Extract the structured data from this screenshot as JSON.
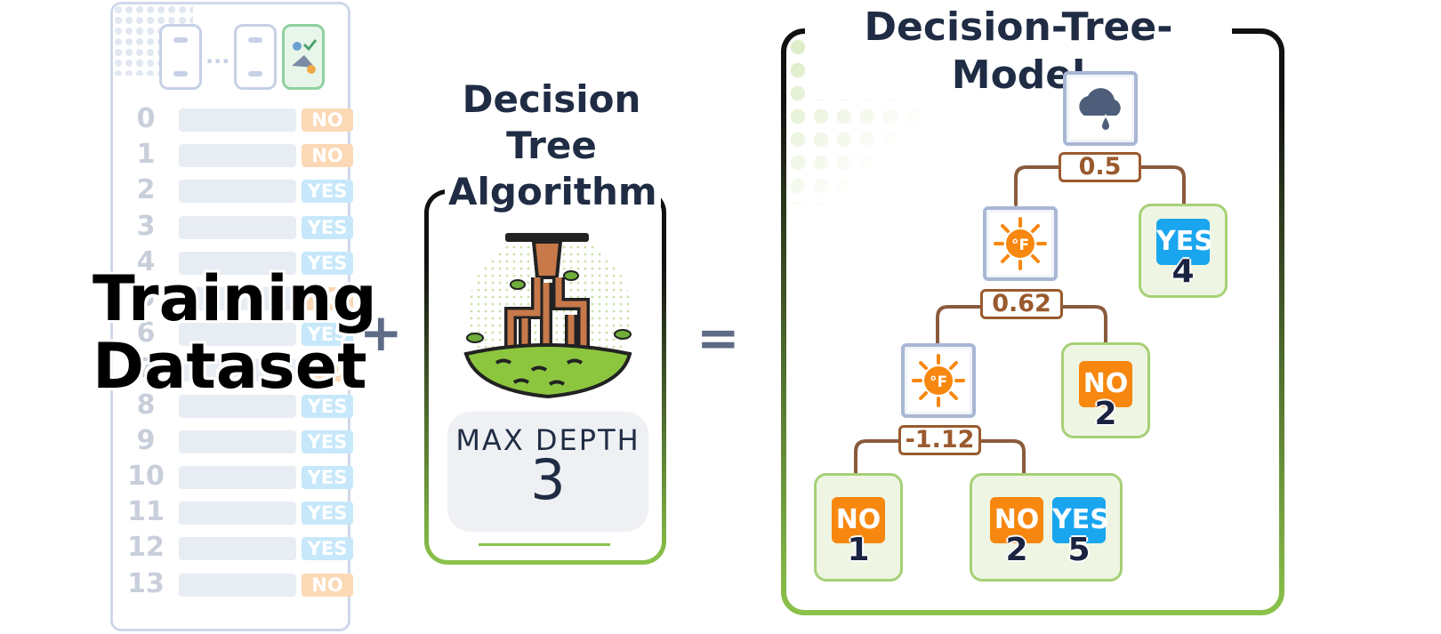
{
  "dataset": {
    "title_line1": "Training",
    "title_line2": "Dataset",
    "rows": [
      {
        "index": "0",
        "label": "NO"
      },
      {
        "index": "1",
        "label": "NO"
      },
      {
        "index": "2",
        "label": "YES"
      },
      {
        "index": "3",
        "label": "YES"
      },
      {
        "index": "4",
        "label": "YES"
      },
      {
        "index": "5",
        "label": "NO"
      },
      {
        "index": "6",
        "label": "YES"
      },
      {
        "index": "7",
        "label": "NO"
      },
      {
        "index": "8",
        "label": "YES"
      },
      {
        "index": "9",
        "label": "YES"
      },
      {
        "index": "10",
        "label": "YES"
      },
      {
        "index": "11",
        "label": "YES"
      },
      {
        "index": "12",
        "label": "YES"
      },
      {
        "index": "13",
        "label": "NO"
      }
    ]
  },
  "operators": {
    "plus": "+",
    "equals": "="
  },
  "algorithm": {
    "title_line1": "Decision",
    "title_line2": "Tree",
    "title_line3": "Algorithm",
    "param_label": "MAX DEPTH",
    "param_value": "3"
  },
  "model": {
    "title": "Decision-Tree-Model",
    "thresholds": [
      "0.5",
      "0.62",
      "-1.12"
    ],
    "leaves": [
      {
        "label": "YES",
        "count": "4"
      },
      {
        "label": "NO",
        "count": "2"
      },
      {
        "label": "NO",
        "count": "1"
      },
      {
        "label": "NO",
        "count": "2"
      },
      {
        "label": "YES",
        "count": "5"
      }
    ],
    "icons": [
      "rain-cloud-icon",
      "sun-fahrenheit-icon",
      "sun-fahrenheit-icon"
    ]
  },
  "colors": {
    "no": "#f7870f",
    "yes": "#1aa6ef",
    "edge": "#8a5a3c",
    "border_green": "#8bc34a",
    "dark": "#1f2c44"
  }
}
